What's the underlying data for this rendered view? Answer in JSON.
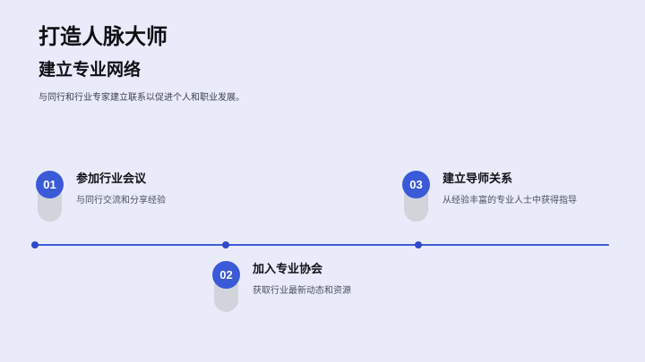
{
  "slide": {
    "title": "打造人脉大师",
    "subtitle": "建立专业网络",
    "description": "与同行和行业专家建立联系以促进个人和职业发展。",
    "timeline": {
      "items": [
        {
          "number": "01",
          "title": "参加行业会议",
          "description": "与同行交流和分享经验"
        },
        {
          "number": "02",
          "title": "加入专业协会",
          "description": "获取行业最新动态和资源"
        },
        {
          "number": "03",
          "title": "建立导师关系",
          "description": "从经验丰富的专业人士中获得指导"
        }
      ]
    },
    "colors": {
      "background": "#e9ebfa",
      "accent_blue": "#3b5ad8",
      "timeline_line": "#3d5cd6",
      "timeline_dot": "#2e49c9",
      "badge_tail_gray": "#d2d4dc"
    }
  }
}
